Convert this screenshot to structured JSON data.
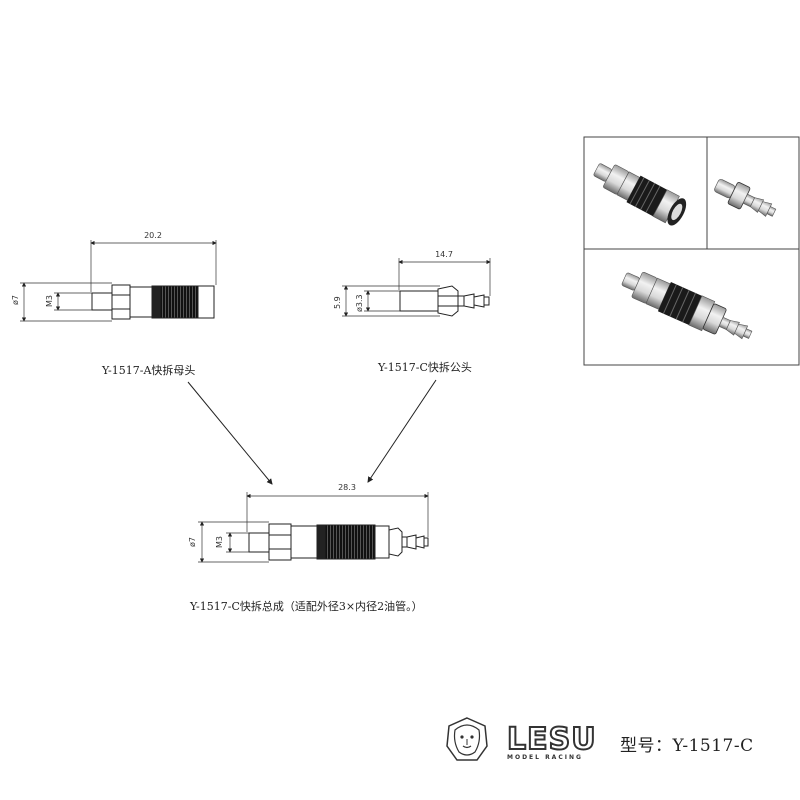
{
  "female_connector": {
    "length_label": "20.2",
    "diameter_label": "ø7",
    "thread_label": "M3",
    "caption": "Y-1517-A快拆母头"
  },
  "male_connector": {
    "length_label": "14.7",
    "diameter_label": "5.9",
    "inner_diameter_label": "ø3.3",
    "caption": "Y-1517-C快拆公头"
  },
  "assembly": {
    "length_label": "28.3",
    "diameter_label": "ø7",
    "thread_label": "M3",
    "caption": "Y-1517-C快拆总成（适配外径3×内径2油管。）"
  },
  "brand": {
    "logo_text": "LESU",
    "logo_subtext": "MODEL RACING",
    "model_number": "型号：Y-1517-C"
  }
}
